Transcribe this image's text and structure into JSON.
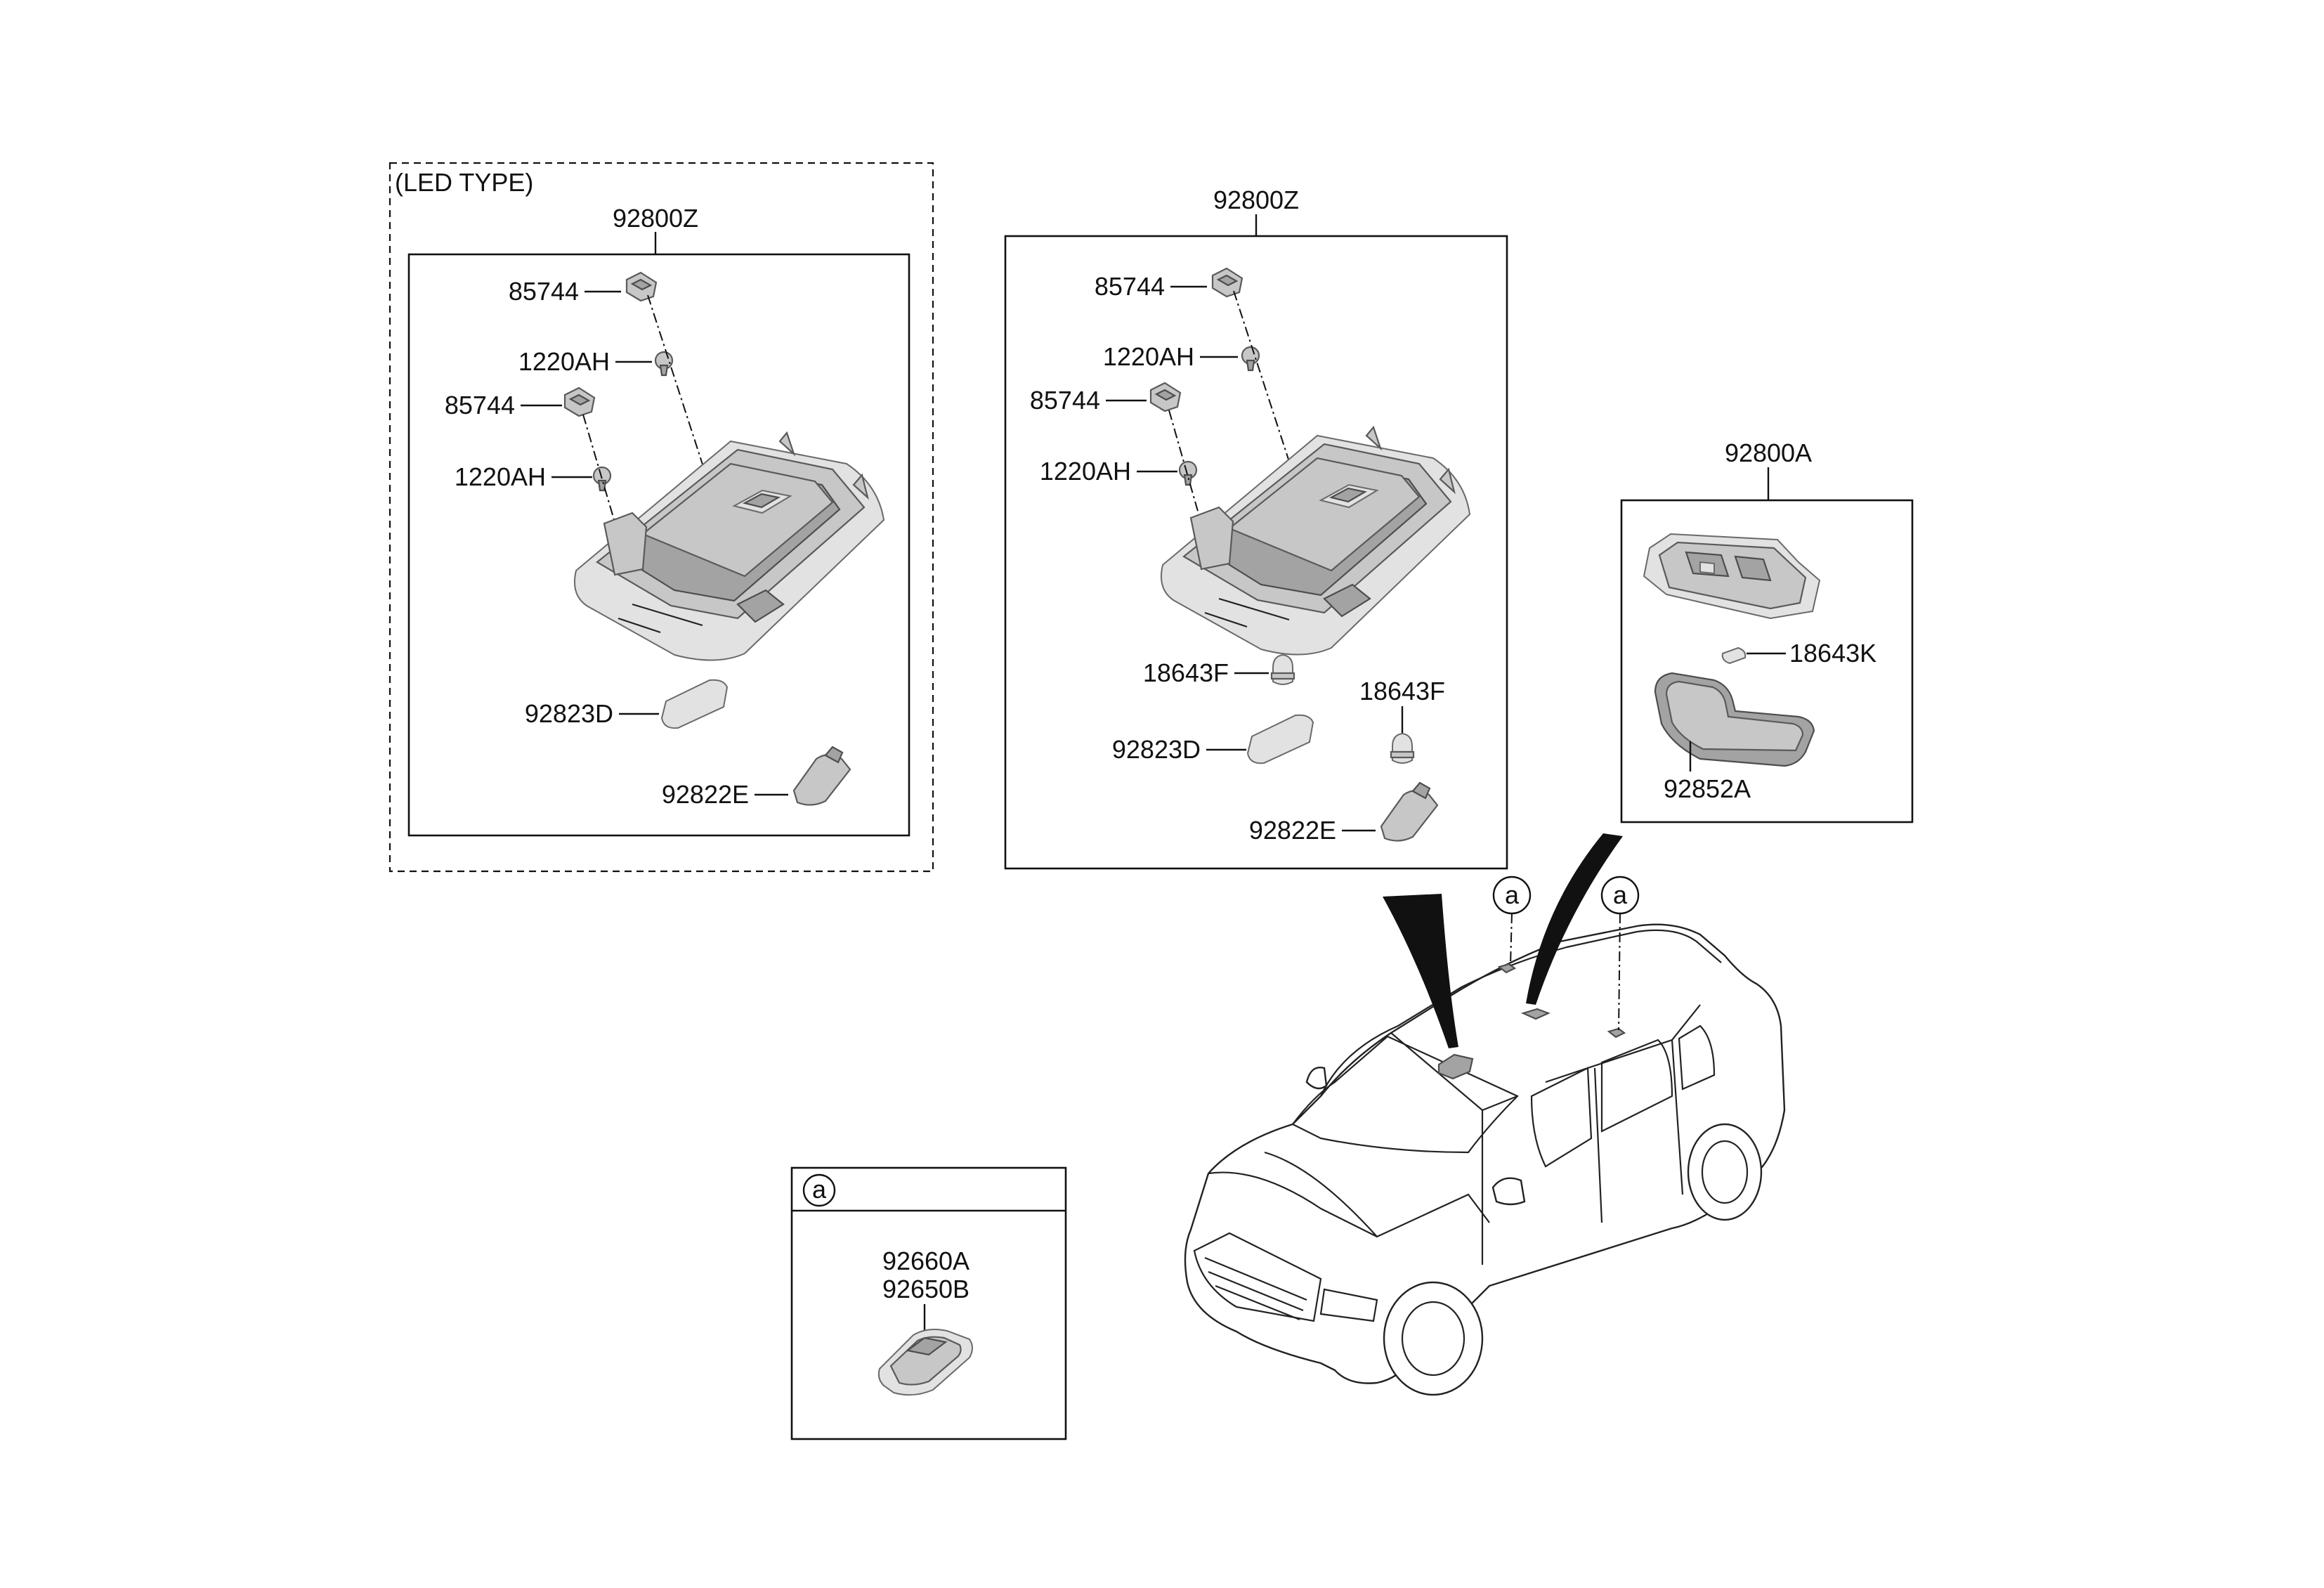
{
  "groups": {
    "led": {
      "title": "(LED TYPE)",
      "assembly": "92800Z",
      "parts": {
        "bracket_upper": "85744",
        "screw_upper": "1220AH",
        "bracket_lower": "85744",
        "screw_lower": "1220AH",
        "lens": "92823D",
        "cover": "92822E"
      }
    },
    "standard": {
      "assembly": "92800Z",
      "parts": {
        "bracket_upper": "85744",
        "screw_upper": "1220AH",
        "bracket_lower": "85744",
        "screw_lower": "1220AH",
        "bulb_left": "18643F",
        "bulb_right": "18643F",
        "lens": "92823D",
        "cover": "92822E"
      }
    },
    "room_lamp": {
      "assembly": "92800A",
      "parts": {
        "bulb": "18643K",
        "lens": "92852A"
      }
    },
    "detail_a": {
      "ref": "a",
      "parts": [
        "92660A",
        "92650B"
      ]
    }
  },
  "vehicle": {
    "callout_left": "a",
    "callout_right": "a"
  }
}
